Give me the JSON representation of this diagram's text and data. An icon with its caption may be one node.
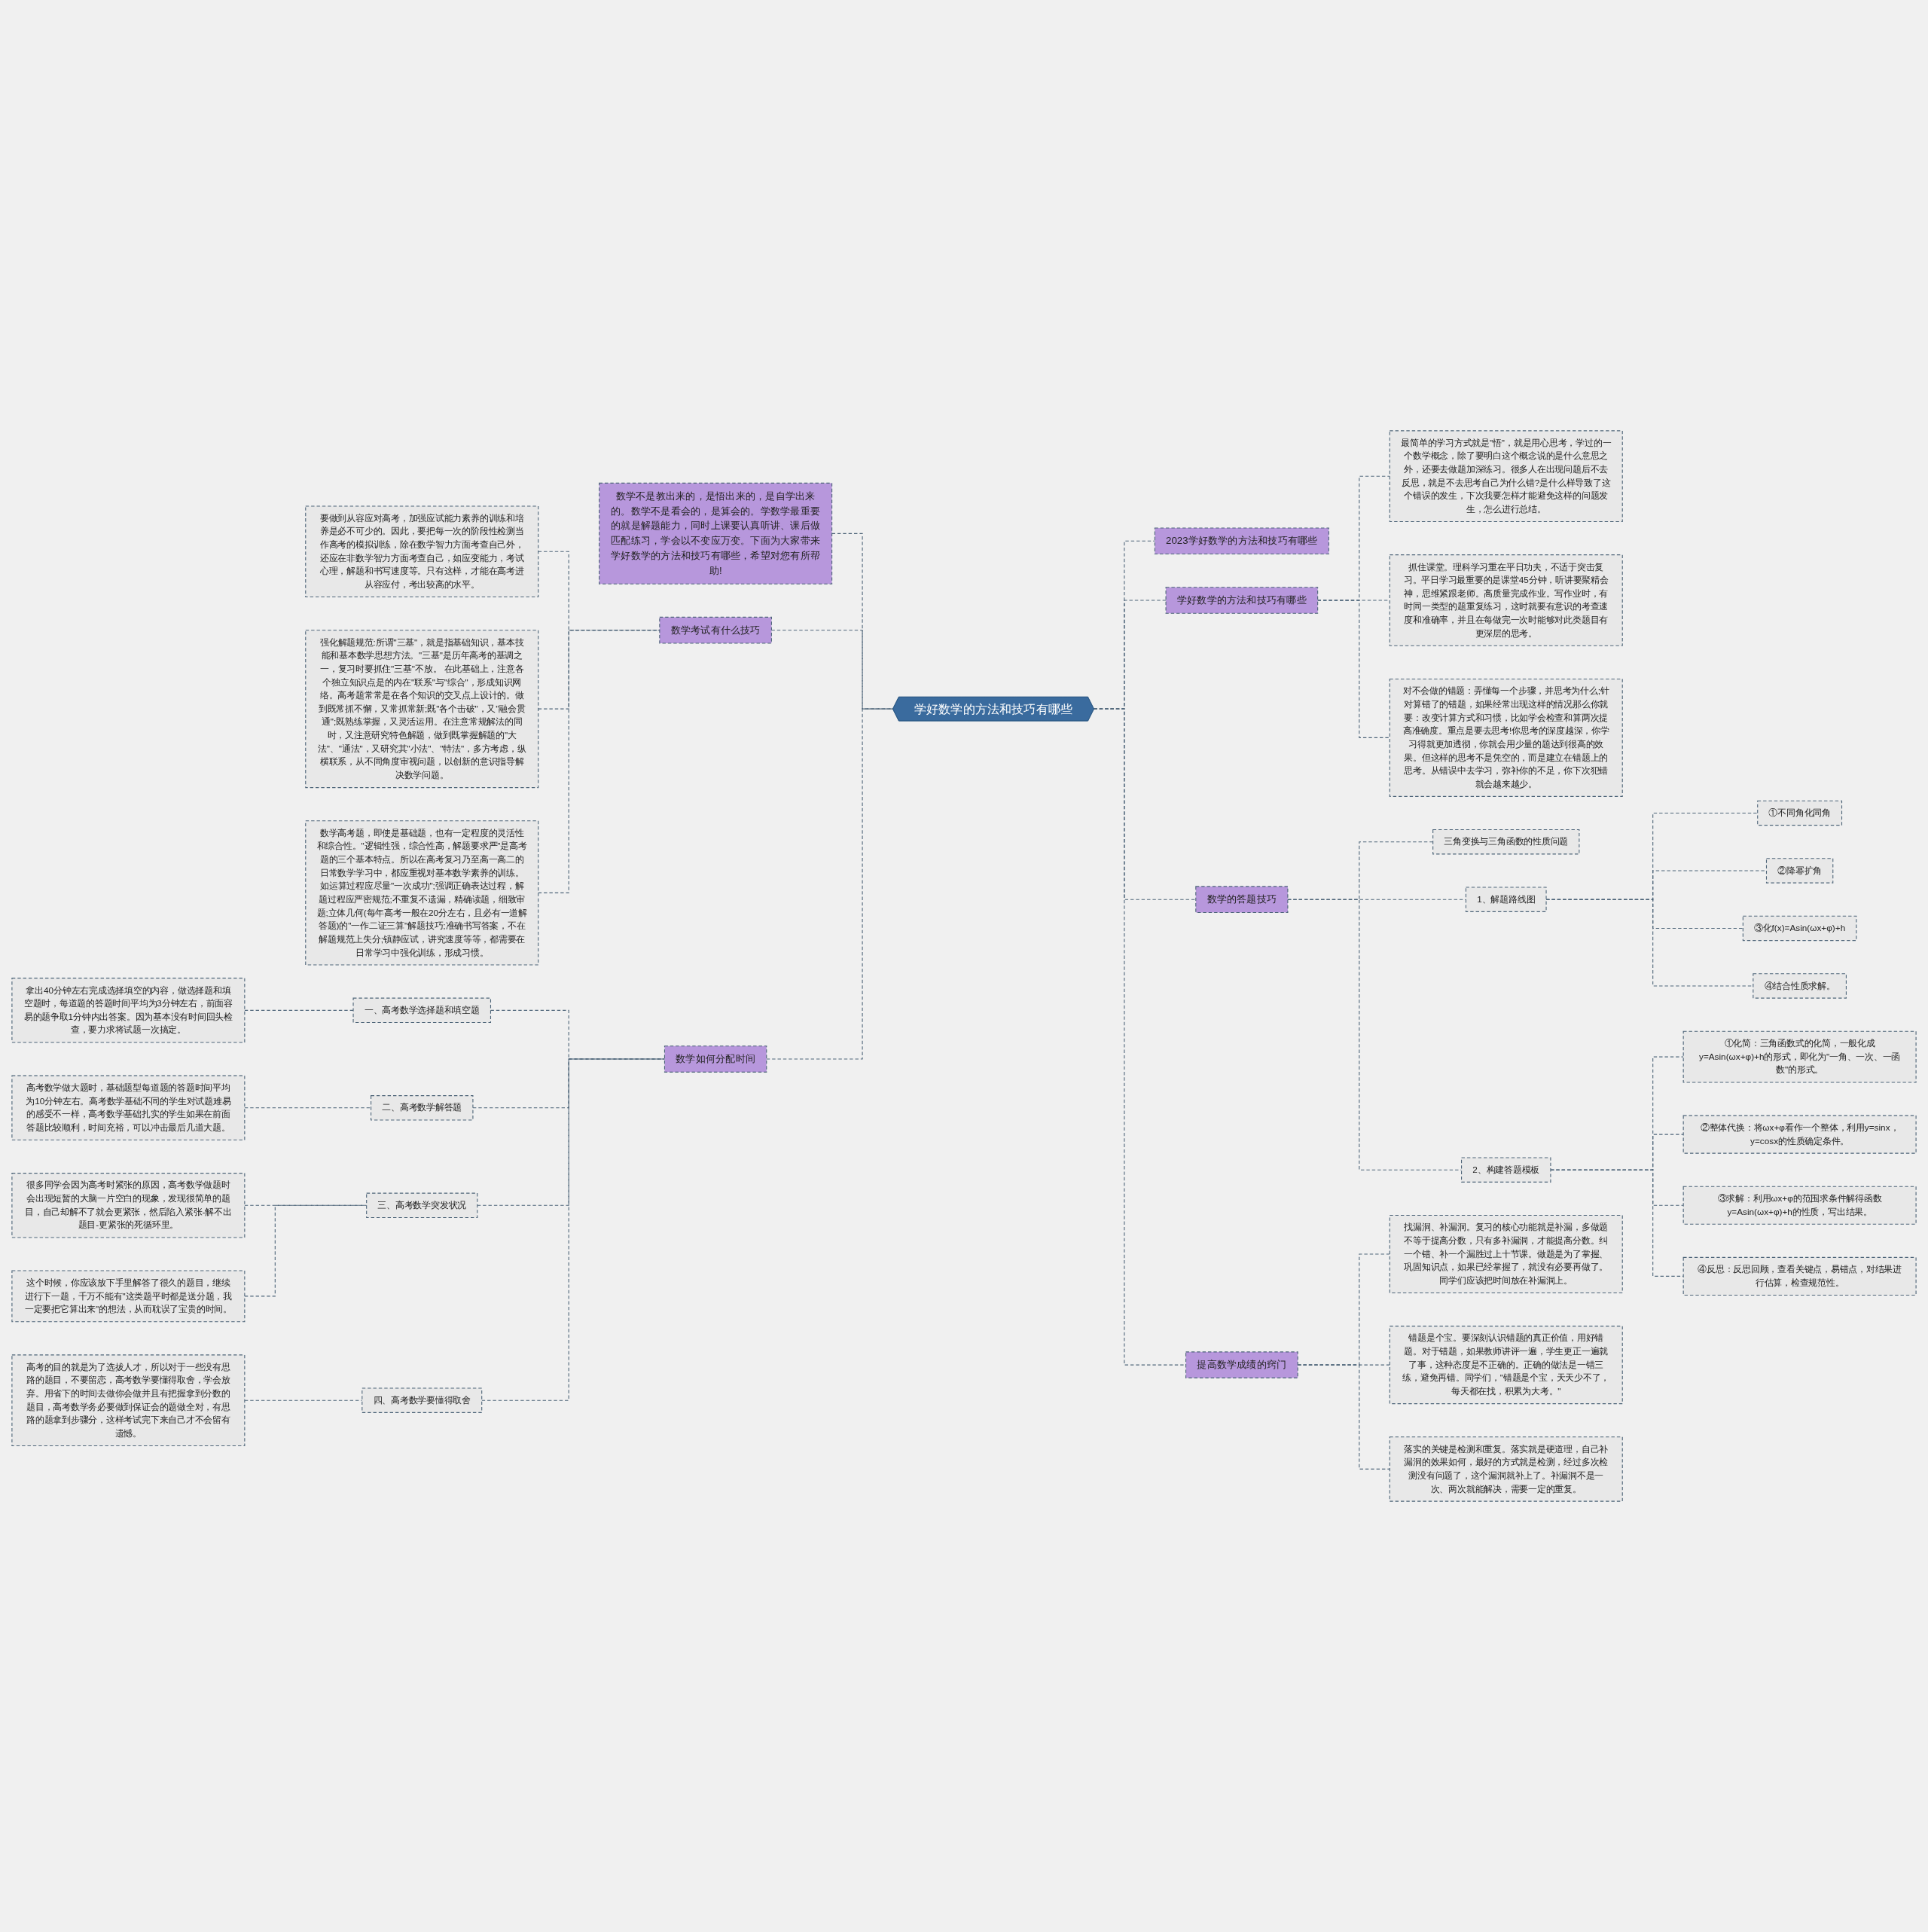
{
  "diagram": {
    "nodes": [
      {
        "text": [
          "学好数学的方法和技巧有哪些"
        ]
      },
      {
        "text": [
          "数学不是教出来的，是悟出来的，是自学出来的。数学不是看会的，是算会的。学数学最重要的就是解题能力，同时上课要认真听讲、课后做匹配练习，学会以不变应万变。下面为大家带来学好数学的方法和技巧有哪些，希望对您有所帮助!"
        ]
      },
      {
        "text": [
          "数学考试有什么技巧"
        ]
      },
      {
        "text": [
          "要做到从容应对高考，加强应试能力素养的训练和培养是必不可少的。因此，要把每一次的阶段性检测当作高考的模拟训练，除在数学智力方面考查自己外，还应在非数学智力方面考查自己，如应变能力，考试心理，解题和书写速度等。只有这样，才能在高考进从容应付，考出较高的水平。"
        ]
      },
      {
        "text": [
          "强化解题规范:所谓\"三基\"，就是指基础知识，基本技能和基本数学思想方法。\"三基\"是历年高考的基调之一，复习时要抓住\"三基\"不放。 在此基础上，注意各个独立知识点是的内在\"联系\"与\"综合\"，形成知识网络。高考题常常是在各个知识的交叉点上设计的。做到既常抓不懈，又常抓常新;既\"各个击破\"，又\"融会贯通\";既熟练掌握，又灵活运用。在注意常规解法的同时，又注意研究特色解题，做到既掌握解题的\"大法\"、\"通法\"，又研究其\"小法\"、\"特法\"，多方考虑，纵横联系，从不同角度审视问题，以创新的意识指导解决数学问题。"
        ]
      },
      {
        "text": [
          "数学高考题，即使是基础题，也有一定程度的灵活性和综合性。\"逻辑性强，综合性高，解题要求严\"是高考题的三个基本特点。所以在高考复习乃至高一高二的日常数学学习中，都应重视对基本数学素养的训练。如运算过程应尽量\"一次成功\";强调正确表达过程，解题过程应严密规范;不重复不遗漏，精确读题，细致审题;立体几何(每年高考一般在20分左右，且必有一道解答题)的\"一作二证三算\"解题技巧;准确书写答案，不在解题规范上失分;镇静应试，讲究速度等等，都需要在日常学习中强化训练，形成习惯。"
        ]
      },
      {
        "text": [
          "数学如何分配时间"
        ]
      },
      {
        "text": [
          "一、高考数学选择题和填空题"
        ]
      },
      {
        "text": [
          "拿出40分钟左右完成选择填空的内容，做选择题和填空题时，每道题的答题时间平均为3分钟左右，前面容易的题争取1分钟内出答案。因为基本没有时间回头检查，要力求将试题一次搞定。"
        ]
      },
      {
        "text": [
          "二、高考数学解答题"
        ]
      },
      {
        "text": [
          "高考数学做大题时，基础题型每道题的答题时间平均为10分钟左右。高考数学基础不同的学生对试题难易的感受不一样，高考数学基础扎实的学生如果在前面答题比较顺利，时间充裕，可以冲击最后几道大题。"
        ]
      },
      {
        "text": [
          "三、高考数学突发状况"
        ]
      },
      {
        "text": [
          "很多同学会因为高考时紧张的原因，高考数学做题时会出现短暂的大脑一片空白的现象，发现很简单的题目，自己却解不了就会更紧张，然后陷入紧张-解不出题目-更紧张的死循环里。"
        ]
      },
      {
        "text": [
          "这个时候，你应该放下手里解答了很久的题目，继续进行下一题，千万不能有\"这类题平时都是送分题，我一定要把它算出来\"的想法，从而耽误了宝贵的时间。"
        ]
      },
      {
        "text": [
          "四、高考数学要懂得取舍"
        ]
      },
      {
        "text": [
          "高考的目的就是为了选拔人才，所以对于一些没有思路的题目，不要留恋，高考数学要懂得取舍，学会放弃。用省下的时间去做你会做并且有把握拿到分数的题目，高考数学务必要做到保证会的题做全对，有思路的题拿到步骤分，这样考试完下来自己才不会留有遗憾。"
        ]
      },
      {
        "text": [
          "2023学好数学的方法和技巧有哪些"
        ]
      },
      {
        "text": [
          "学好数学的方法和技巧有哪些"
        ]
      },
      {
        "text": [
          "最简单的学习方式就是\"悟\"，就是用心思考，学过的一个数学概念，除了要明白这个概念说的是什么意思之外，还要去做题加深练习。很多人在出现问题后不去反思，就是不去思考自己为什么错?是什么样导致了这个错误的发生，下次我要怎样才能避免这样的问题发生，怎么进行总结。"
        ]
      },
      {
        "text": [
          "抓住课堂。理科学习重在平日功夫，不适于突击复习。平日学习最重要的是课堂45分钟，听讲要聚精会神，思维紧跟老师。高质量完成作业。写作业时，有时同一类型的题重复练习，这时就要有意识的考查速度和准确率，并且在每做完一次时能够对此类题目有更深层的思考。"
        ]
      },
      {
        "text": [
          "对不会做的错题：弄懂每一个步骤，并思考为什么;针对算错了的错题，如果经常出现这样的情况那么你就要：改变计算方式和习惯，比如学会检查和算两次提高准确度。重点是要去思考!你思考的深度越深，你学习得就更加透彻，你就会用少量的题达到很高的效果。但这样的思考不是凭空的，而是建立在错题上的思考。从错误中去学习，弥补你的不足，你下次犯错就会越来越少。"
        ]
      },
      {
        "text": [
          "数学的答题技巧"
        ]
      },
      {
        "text": [
          "三角变换与三角函数的性质问题"
        ]
      },
      {
        "text": [
          "1、解题路线图"
        ]
      },
      {
        "text": [
          "①不同角化同角"
        ]
      },
      {
        "text": [
          "②降幂扩角"
        ]
      },
      {
        "text": [
          "③化f(x)=Asin(ωx+φ)+h"
        ]
      },
      {
        "text": [
          "④结合性质求解。"
        ]
      },
      {
        "text": [
          "2、构建答题模板"
        ]
      },
      {
        "text": [
          "①化简：三角函数式的化简，一般化成y=Asin(ωx+φ)+h的形式，即化为\"一角、一次、一函数\"的形式。"
        ]
      },
      {
        "text": [
          "②整体代换：将ωx+φ看作一个整体，利用y=sinx，y=cosx的性质确定条件。"
        ]
      },
      {
        "text": [
          "③求解：利用ωx+φ的范围求条件解得函数y=Asin(ωx+φ)+h的性质，写出结果。"
        ]
      },
      {
        "text": [
          "④反思：反思回顾，查看关键点，易错点，对结果进行估算，检查规范性。"
        ]
      },
      {
        "text": [
          "提高数学成绩的窍门"
        ]
      },
      {
        "text": [
          "找漏洞、补漏洞。复习的核心功能就是补漏，多做题不等于提高分数，只有多补漏洞，才能提高分数。纠一个错、补一个漏胜过上十节课。做题是为了掌握、巩固知识点，如果已经掌握了，就没有必要再做了。同学们应该把时间放在补漏洞上。"
        ]
      },
      {
        "text": [
          "错题是个宝。要深刻认识错题的真正价值，用好错题。对于错题，如果教师讲评一遍，学生更正一遍就了事，这种态度是不正确的。正确的做法是一错三练，避免再错。同学们，\"错题是个宝，天天少不了，每天都在找，积累为大考。\""
        ]
      },
      {
        "text": [
          "落实的关键是检测和重复。落实就是硬道理，自己补漏洞的效果如何，最好的方式就是检测，经过多次检测没有问题了，这个漏洞就补上了。补漏洞不是一次、两次就能解决，需要一定的重复。"
        ]
      }
    ],
    "edges": [
      {
        "from": 1,
        "to": 0,
        "arrow": "none",
        "style": "dashed"
      },
      {
        "from": 2,
        "to": 0,
        "arrow": "none",
        "style": "dashed"
      },
      {
        "from": 3,
        "to": 2,
        "arrow": "none",
        "style": "dashed"
      },
      {
        "from": 4,
        "to": 2,
        "arrow": "none",
        "style": "dashed"
      },
      {
        "from": 5,
        "to": 2,
        "arrow": "none",
        "style": "dashed"
      },
      {
        "from": 6,
        "to": 0,
        "arrow": "none",
        "style": "dashed"
      },
      {
        "from": 7,
        "to": 6,
        "arrow": "none",
        "style": "dashed"
      },
      {
        "from": 8,
        "to": 7,
        "arrow": "none",
        "style": "dashed"
      },
      {
        "from": 9,
        "to": 6,
        "arrow": "none",
        "style": "dashed"
      },
      {
        "from": 10,
        "to": 9,
        "arrow": "none",
        "style": "dashed"
      },
      {
        "from": 11,
        "to": 6,
        "arrow": "none",
        "style": "dashed"
      },
      {
        "from": 12,
        "to": 11,
        "arrow": "none",
        "style": "dashed"
      },
      {
        "from": 13,
        "to": 11,
        "arrow": "none",
        "style": "dashed"
      },
      {
        "from": 14,
        "to": 6,
        "arrow": "none",
        "style": "dashed"
      },
      {
        "from": 15,
        "to": 14,
        "arrow": "none",
        "style": "dashed"
      },
      {
        "from": 0,
        "to": 16,
        "arrow": "none",
        "style": "dashed"
      },
      {
        "from": 0,
        "to": 17,
        "arrow": "none",
        "style": "dashed"
      },
      {
        "from": 17,
        "to": 18,
        "arrow": "none",
        "style": "dashed"
      },
      {
        "from": 17,
        "to": 19,
        "arrow": "none",
        "style": "dashed"
      },
      {
        "from": 17,
        "to": 20,
        "arrow": "none",
        "style": "dashed"
      },
      {
        "from": 0,
        "to": 21,
        "arrow": "none",
        "style": "dashed"
      },
      {
        "from": 21,
        "to": 22,
        "arrow": "none",
        "style": "dashed"
      },
      {
        "from": 21,
        "to": 23,
        "arrow": "none",
        "style": "dashed"
      },
      {
        "from": 23,
        "to": 24,
        "arrow": "none",
        "style": "dashed"
      },
      {
        "from": 23,
        "to": 25,
        "arrow": "none",
        "style": "dashed"
      },
      {
        "from": 23,
        "to": 26,
        "arrow": "none",
        "style": "dashed"
      },
      {
        "from": 23,
        "to": 27,
        "arrow": "none",
        "style": "dashed"
      },
      {
        "from": 21,
        "to": 28,
        "arrow": "none",
        "style": "dashed"
      },
      {
        "from": 28,
        "to": 29,
        "arrow": "none",
        "style": "dashed"
      },
      {
        "from": 28,
        "to": 30,
        "arrow": "none",
        "style": "dashed"
      },
      {
        "from": 28,
        "to": 31,
        "arrow": "none",
        "style": "dashed"
      },
      {
        "from": 28,
        "to": 32,
        "arrow": "none",
        "style": "dashed"
      },
      {
        "from": 0,
        "to": 33,
        "arrow": "none",
        "style": "dashed"
      },
      {
        "from": 33,
        "to": 34,
        "arrow": "none",
        "style": "dashed"
      },
      {
        "from": 33,
        "to": 35,
        "arrow": "none",
        "style": "dashed"
      },
      {
        "from": 33,
        "to": 36,
        "arrow": "none",
        "style": "dashed"
      }
    ]
  }
}
